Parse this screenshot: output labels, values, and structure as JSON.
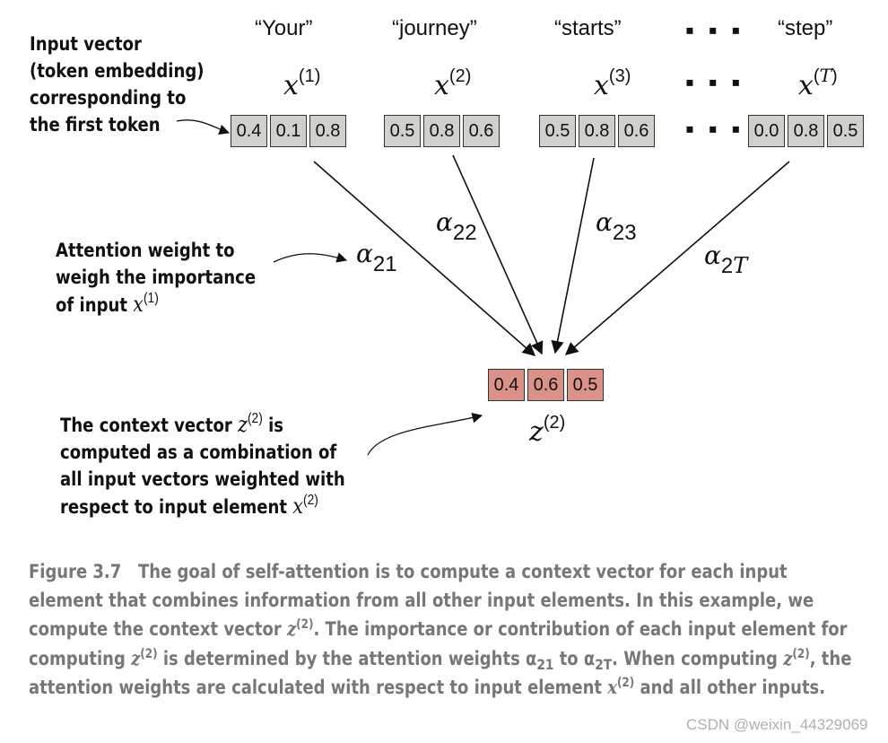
{
  "tokens": [
    {
      "word": "“Your”",
      "x_label": "x",
      "x_sup": "(1)",
      "values": [
        "0.4",
        "0.1",
        "0.8"
      ]
    },
    {
      "word": "“journey”",
      "x_label": "x",
      "x_sup": "(2)",
      "values": [
        "0.5",
        "0.8",
        "0.6"
      ]
    },
    {
      "word": "“starts”",
      "x_label": "x",
      "x_sup": "(3)",
      "values": [
        "0.5",
        "0.8",
        "0.6"
      ]
    },
    {
      "word": "“step”",
      "x_label": "x",
      "x_sup_open": "(",
      "x_sup_var": "T",
      "x_sup_close": ")",
      "values": [
        "0.0",
        "0.8",
        "0.5"
      ]
    }
  ],
  "ellipsis": "▪ ▪ ▪",
  "weights": {
    "alpha": "α",
    "a21": "21",
    "a22": "22",
    "a23": "23",
    "a2T_num": "2",
    "a2T_var": "T"
  },
  "context": {
    "label": "z",
    "sup": "(2)",
    "values": [
      "0.4",
      "0.6",
      "0.5"
    ]
  },
  "notes": {
    "input_vector": [
      "Input vector",
      "(token embedding)",
      "corresponding to",
      "the first token"
    ],
    "attention_weight": {
      "line1": "Attention weight to",
      "line2": "weigh the importance",
      "line3": "of input ",
      "x": "x",
      "sup": "(1)"
    },
    "context_vector": {
      "line1_pre": "The context vector ",
      "z": "z",
      "z_sup": "(2)",
      "line1_post": " is",
      "line2": "computed as a combination of",
      "line3": "all input vectors weighted with",
      "line4_pre": "respect to input element ",
      "x": "x",
      "x_sup": "(2)"
    }
  },
  "caption": {
    "fig": "Figure 3.7",
    "s1": "The goal of self-attention is to compute a context vector for each input element that combines information from all other input elements. In this example, we compute the context vector ",
    "z": "z",
    "sup2": "(2)",
    "s2": ". The importance or contribution of each input element for computing ",
    "s3": " is determined by the attention weights ",
    "alpha": "α",
    "sub21": "21",
    "to": " to ",
    "sub2T": "2T",
    "s4": ". When computing ",
    "s5": ", the attention weights are calculated with respect to input element ",
    "x": "x",
    "s6": " and all other inputs."
  },
  "watermark": "CSDN @weixin_44329069",
  "colors": {
    "input_cell": "#d0d0cc",
    "context_cell": "#d99188",
    "caption_text": "#777777"
  }
}
